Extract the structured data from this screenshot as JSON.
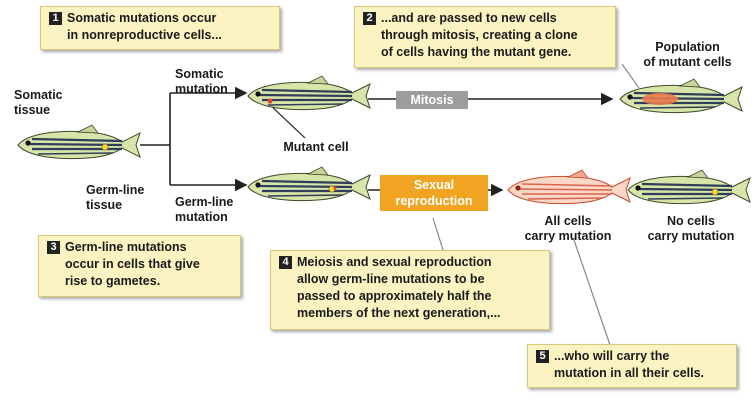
{
  "notes": {
    "n1": {
      "num": "1",
      "lines": [
        "Somatic mutations occur",
        "in nonreproductive cells..."
      ]
    },
    "n2": {
      "num": "2",
      "lines": [
        "...and are passed to new cells",
        "through mitosis, creating a clone",
        "of cells having the mutant gene."
      ]
    },
    "n3": {
      "num": "3",
      "lines": [
        "Germ-line mutations",
        "occur in cells that give",
        "rise to gametes."
      ]
    },
    "n4": {
      "num": "4",
      "lines": [
        "Meiosis and sexual reproduction",
        "allow germ-line mutations to be",
        "passed to approximately half the",
        "members of the next generation,..."
      ]
    },
    "n5": {
      "num": "5",
      "lines": [
        "...who will carry the",
        "mutation in all their cells."
      ]
    }
  },
  "labels": {
    "somatic_tissue": [
      "Somatic",
      "tissue"
    ],
    "germline_tissue": [
      "Germ-line",
      "tissue"
    ],
    "somatic_mutation": [
      "Somatic",
      "mutation"
    ],
    "germline_mutation": [
      "Germ-line",
      "mutation"
    ],
    "mutant_cell": "Mutant cell",
    "population": [
      "Population",
      "of mutant cells"
    ],
    "all_cells": [
      "All cells",
      "carry mutation"
    ],
    "no_cells": [
      "No cells",
      "carry mutation"
    ]
  },
  "pills": {
    "mitosis": "Mitosis",
    "sexual": [
      "Sexual",
      "reproduction"
    ]
  },
  "colors": {
    "note_bg": "#fbf3c1",
    "mitosis_bg": "#9d9d9d",
    "sexual_bg": "#f0a421",
    "mutant": "#e8452c"
  }
}
